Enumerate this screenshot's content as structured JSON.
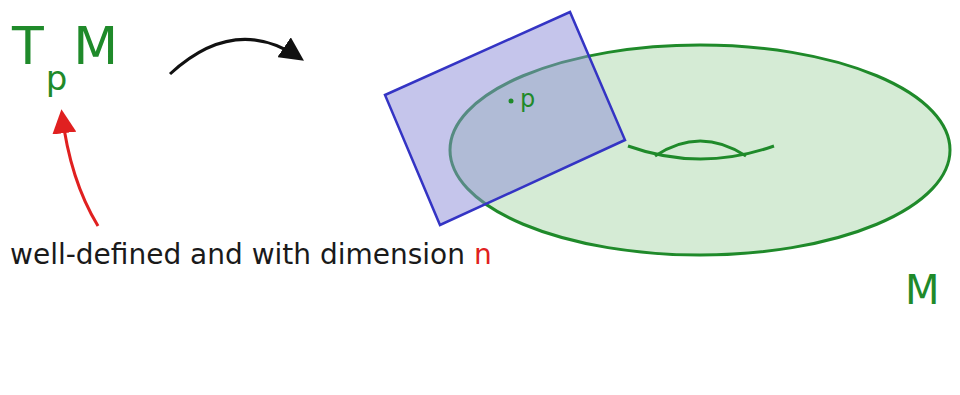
{
  "diagram": {
    "labels": [
      "T",
      "p",
      "M",
      "p",
      "M",
      "well-defined and with dimension",
      "n"
    ]
  }
}
